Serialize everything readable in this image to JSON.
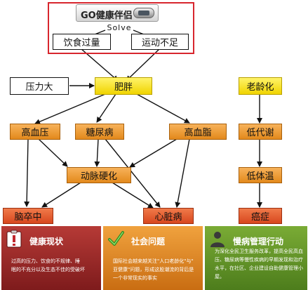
{
  "header": {
    "brand": "GO健康伴侣",
    "solve": "Solve"
  },
  "nodes": {
    "overeating": "饮食过量",
    "lack_exercise": "运动不足",
    "stress": "压力大",
    "obesity": "肥胖",
    "aging": "老龄化",
    "hypertension": "高血压",
    "diabetes": "糖尿病",
    "hyperlipidemia": "高血脂",
    "low_metabolism": "低代谢",
    "arteriosclerosis": "动脉硬化",
    "low_body_temp": "低体温",
    "stroke": "脑卒中",
    "heart_disease": "心脏病",
    "cancer": "癌症"
  },
  "panels": {
    "health_status": {
      "title": "健康现状",
      "body": "过高的压力、饮食的不规律、睡\n眠的不充分以及生态不佳的受破坏"
    },
    "social_issues": {
      "title": "社会问题",
      "body": "国际社会越来越关注\"人口老龄化\"与\"\n亚健康\"问题，形成这股潮流的背后是\n一个非常现实的事实"
    },
    "chronic_action": {
      "title": "慢病管理行动",
      "body": "为深化全民卫生服务改革，提高全民高血\n压、糖尿病等慢性疾病的早期发现和治疗\n水平，在社区、企业建设自助健康管理小\n屋。"
    }
  }
}
